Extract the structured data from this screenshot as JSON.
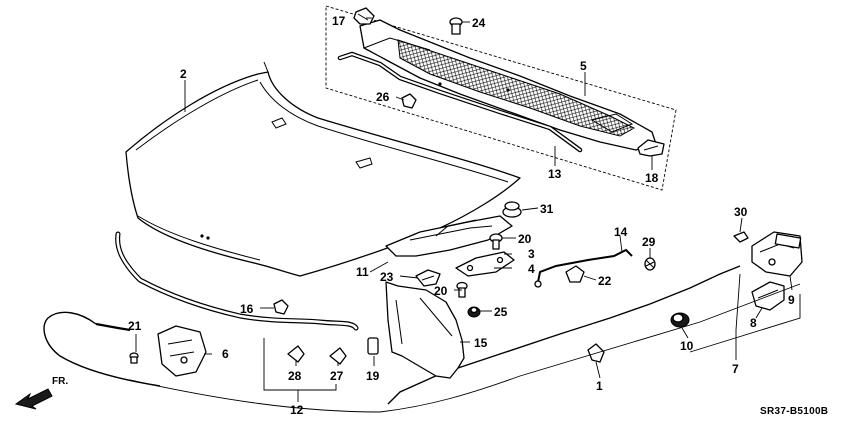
{
  "diagram": {
    "code": "SR37-B5100B",
    "direction_label": "FR.",
    "callouts": {
      "p1": "1",
      "p2": "2",
      "p3": "3",
      "p4": "4",
      "p5": "5",
      "p6": "6",
      "p7": "7",
      "p8": "8",
      "p9": "9",
      "p10": "10",
      "p11": "11",
      "p12": "12",
      "p13": "13",
      "p14": "14",
      "p15": "15",
      "p16": "16",
      "p17": "17",
      "p18": "18",
      "p19": "19",
      "p20": "20",
      "p21": "21",
      "p22": "22",
      "p23": "23",
      "p24": "24",
      "p25": "25",
      "p26": "26",
      "p27": "27",
      "p28": "28",
      "p29": "29",
      "p30": "30",
      "p31": "31"
    }
  }
}
